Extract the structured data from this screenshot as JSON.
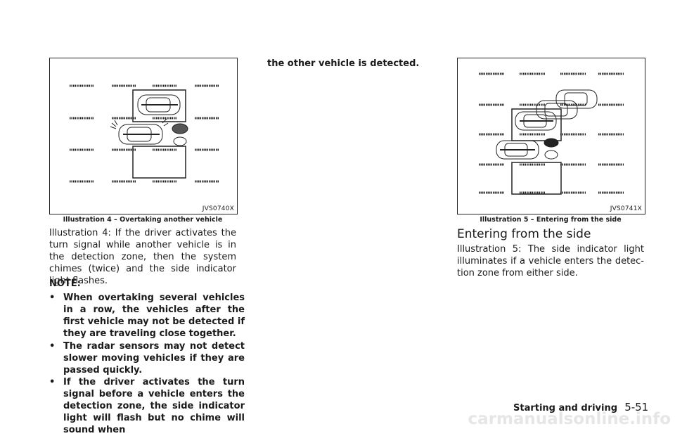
{
  "left_column": {
    "figure_code": "JVS0740X",
    "caption": "Illustration 4 – Overtaking another vehicle",
    "paragraph": "Illustration 4: If the driver activates the turn signal while another vehicle is in the detection zone, then the system chimes (twice) and the side indicator light flashes.",
    "note_label": "NOTE:",
    "bullet_mark": "•",
    "bullets": [
      "When overtaking several vehicles in a row, the vehicles after the first vehicle may not be detected if they are traveling close together.",
      "The radar sensors may not detect slower moving vehicles if they are passed quickly.",
      "If the driver activates the turn signal before a vehicle enters the detection zone, the side indicator light will flash but no chime will sound when"
    ]
  },
  "middle_column": {
    "continuation": "the other vehicle is detected."
  },
  "right_column": {
    "figure_code": "JVS0741X",
    "caption": "Illustration 5 – Entering from the side",
    "heading": "Entering from the side",
    "paragraph": "Illustration 5: The side indicator light illuminates if a vehicle enters the detec-tion zone from either side."
  },
  "footer": {
    "section": "Starting and driving",
    "page": "5-51"
  },
  "watermark": "carmanualsonline.info"
}
